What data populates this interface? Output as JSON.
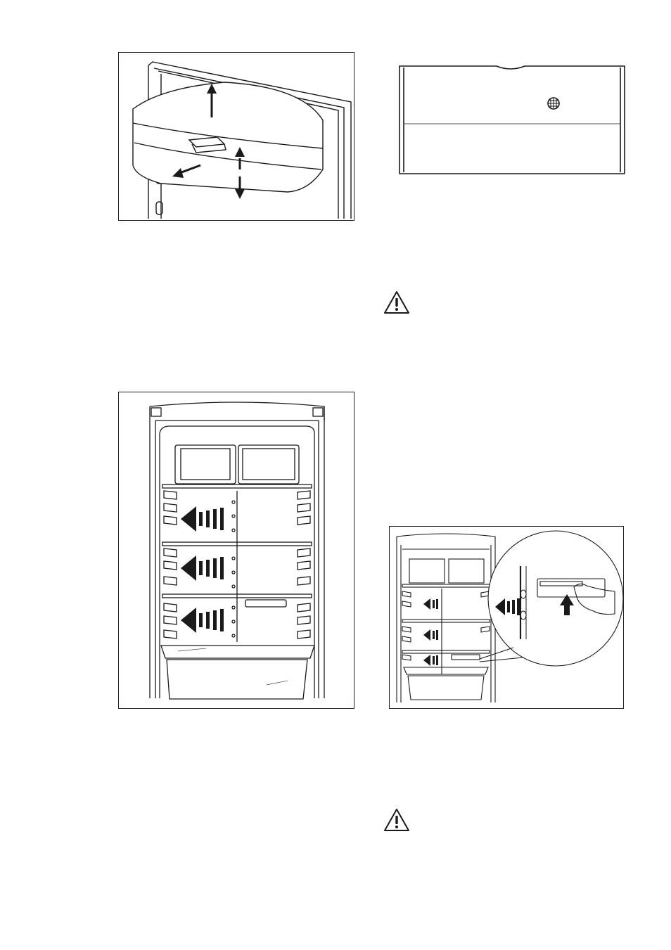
{
  "page": {
    "background": "#ffffff",
    "line_color": "#1a1a1a"
  },
  "figures": [
    {
      "id": "door-shelf-removal",
      "icon": "door-balcony-lift-illustration"
    },
    {
      "id": "thermometer-indicator",
      "icon": "thermometer-indicator-illustration"
    },
    {
      "id": "fridge-shelf-positions",
      "icon": "fridge-interior-shelf-positions-illustration"
    },
    {
      "id": "glass-shelf-positioning",
      "icon": "glass-shelf-positioning-detail-illustration"
    }
  ],
  "warnings": [
    {
      "icon": "warning-triangle-icon"
    },
    {
      "icon": "warning-triangle-icon"
    }
  ]
}
